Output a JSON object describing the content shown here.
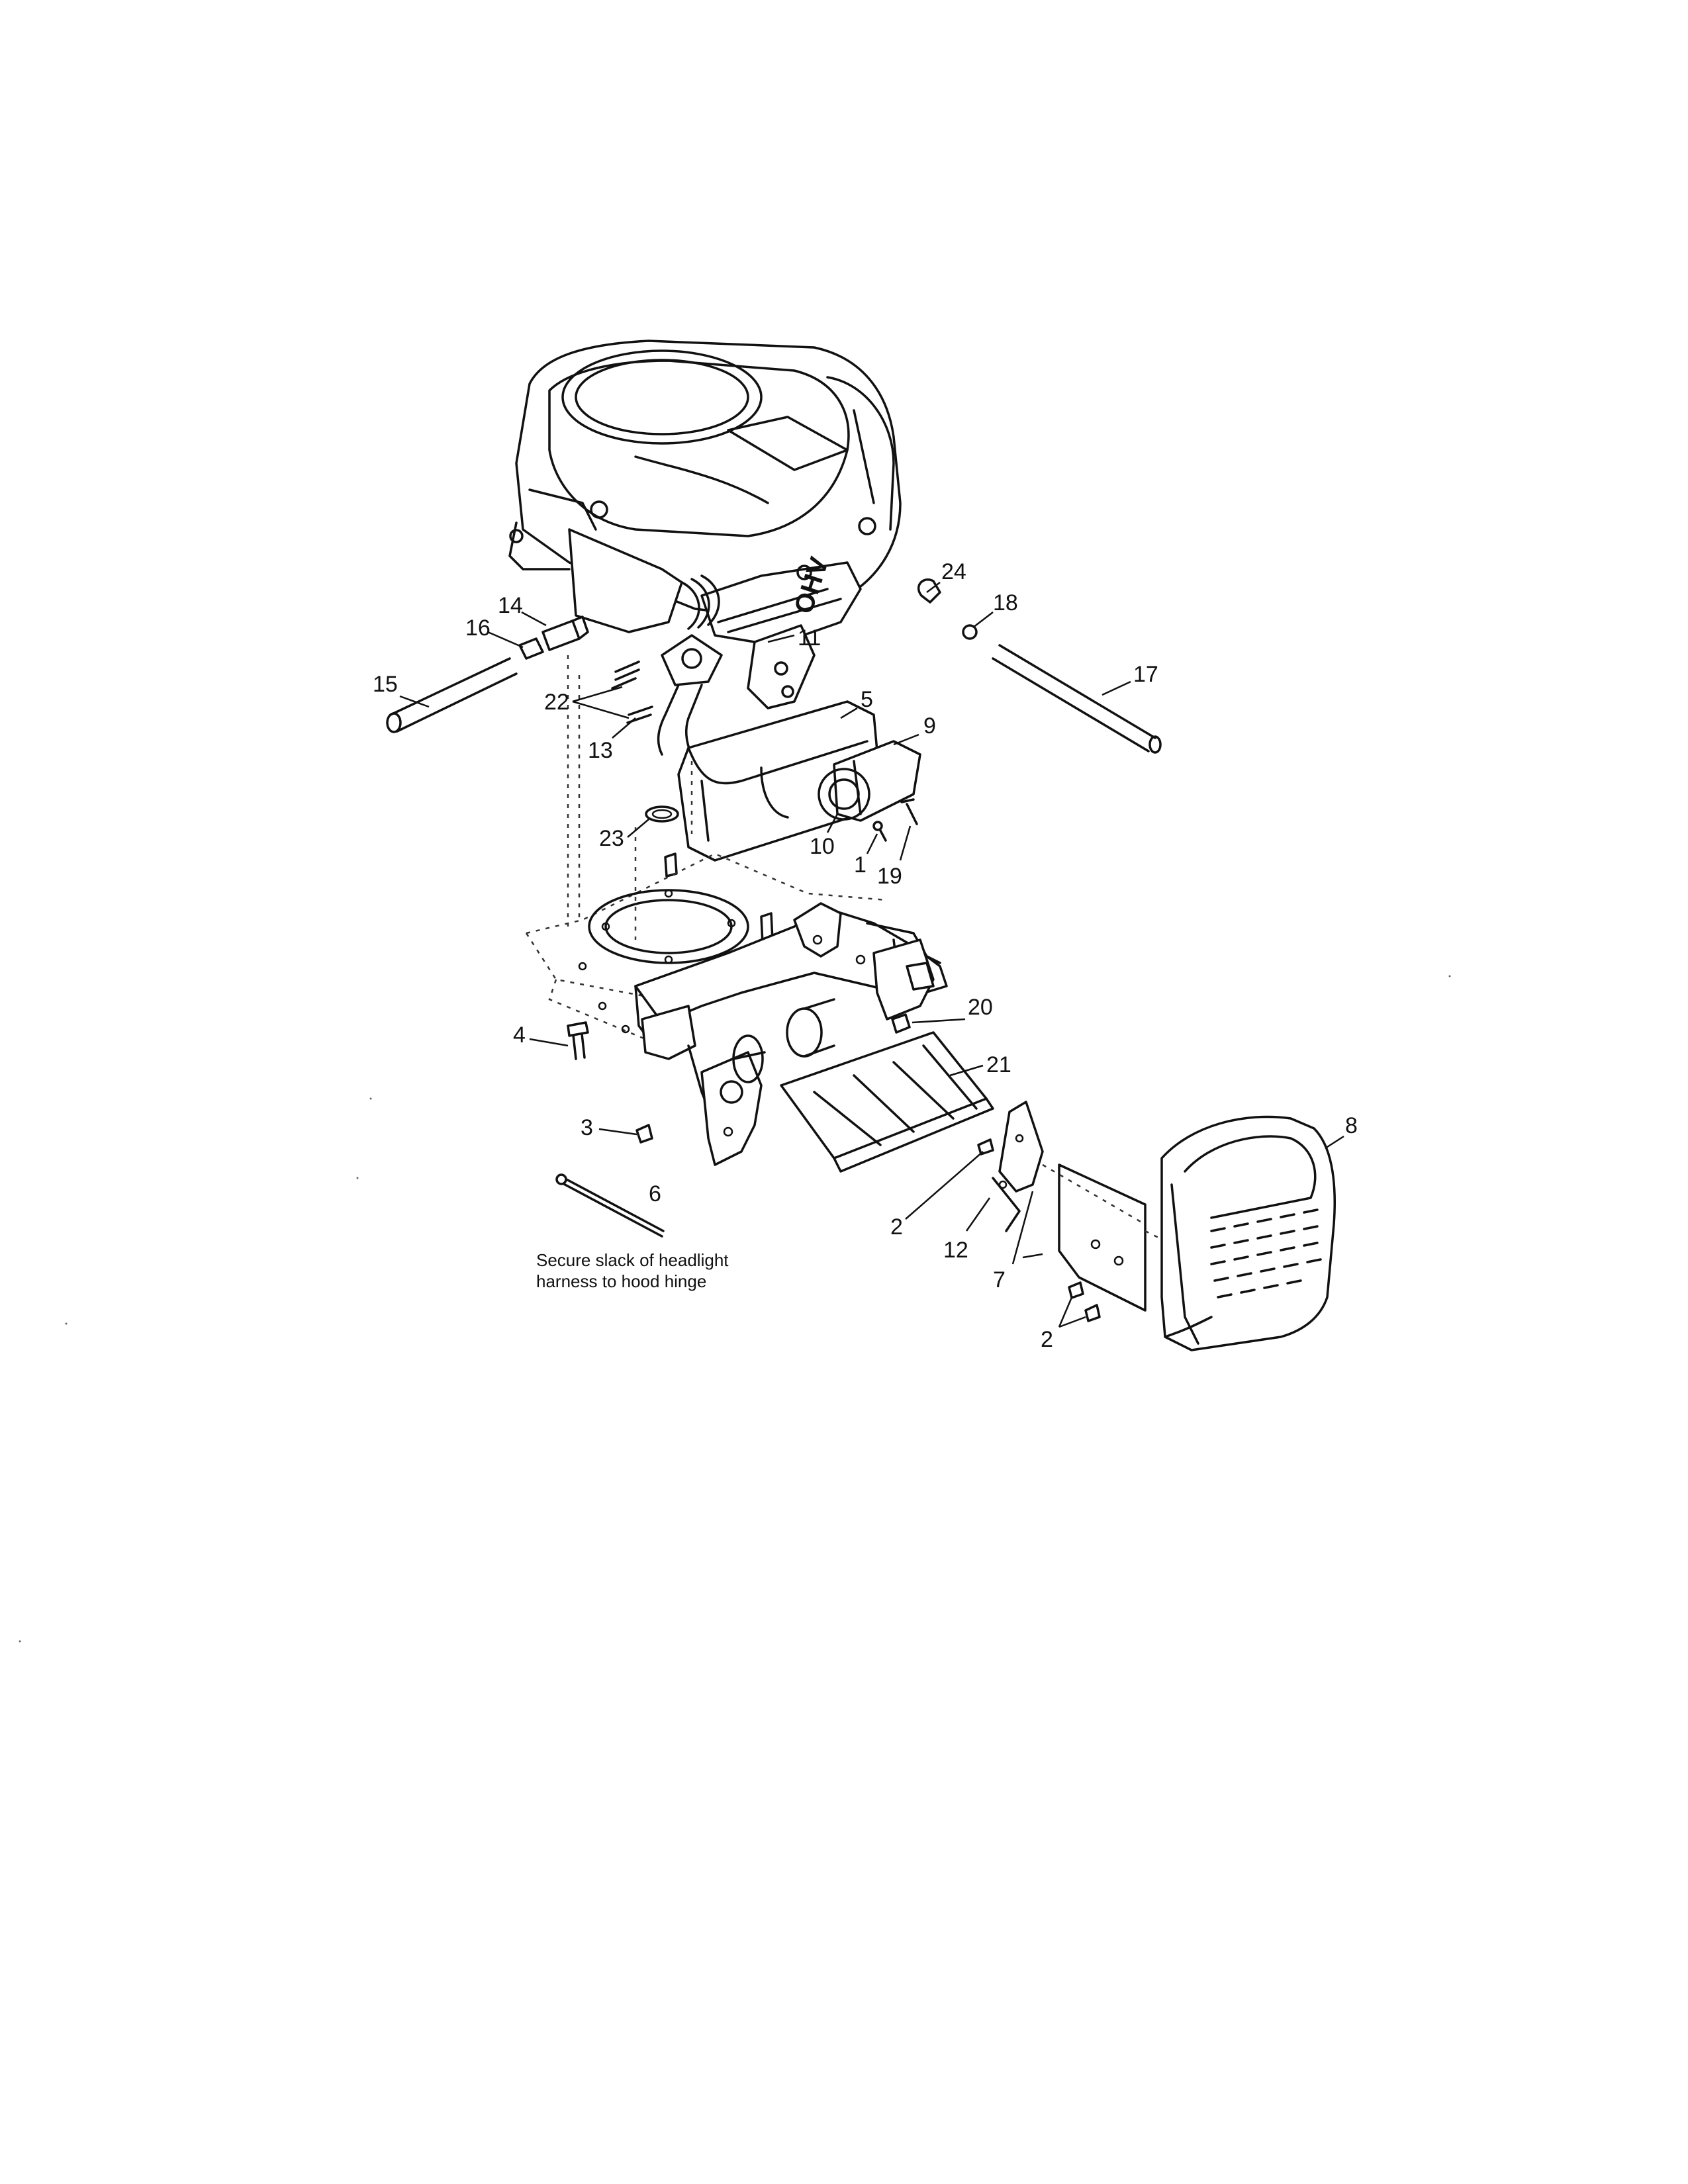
{
  "labels": {
    "p1": "1",
    "p2a": "2",
    "p2b": "2",
    "p3": "3",
    "p4": "4",
    "p5": "5",
    "p6": "6",
    "p7": "7",
    "p8": "8",
    "p9": "9",
    "p10": "10",
    "p11": "11",
    "p12": "12",
    "p13": "13",
    "p14": "14",
    "p15": "15",
    "p16": "16",
    "p17": "17",
    "p18": "18",
    "p19": "19",
    "p20": "20",
    "p21": "21",
    "p22": "22",
    "p23": "23",
    "p24": "24"
  },
  "engine_mark": "OHV",
  "note": {
    "line1": "Secure slack of headlight",
    "line2": "harness to hood hinge"
  }
}
